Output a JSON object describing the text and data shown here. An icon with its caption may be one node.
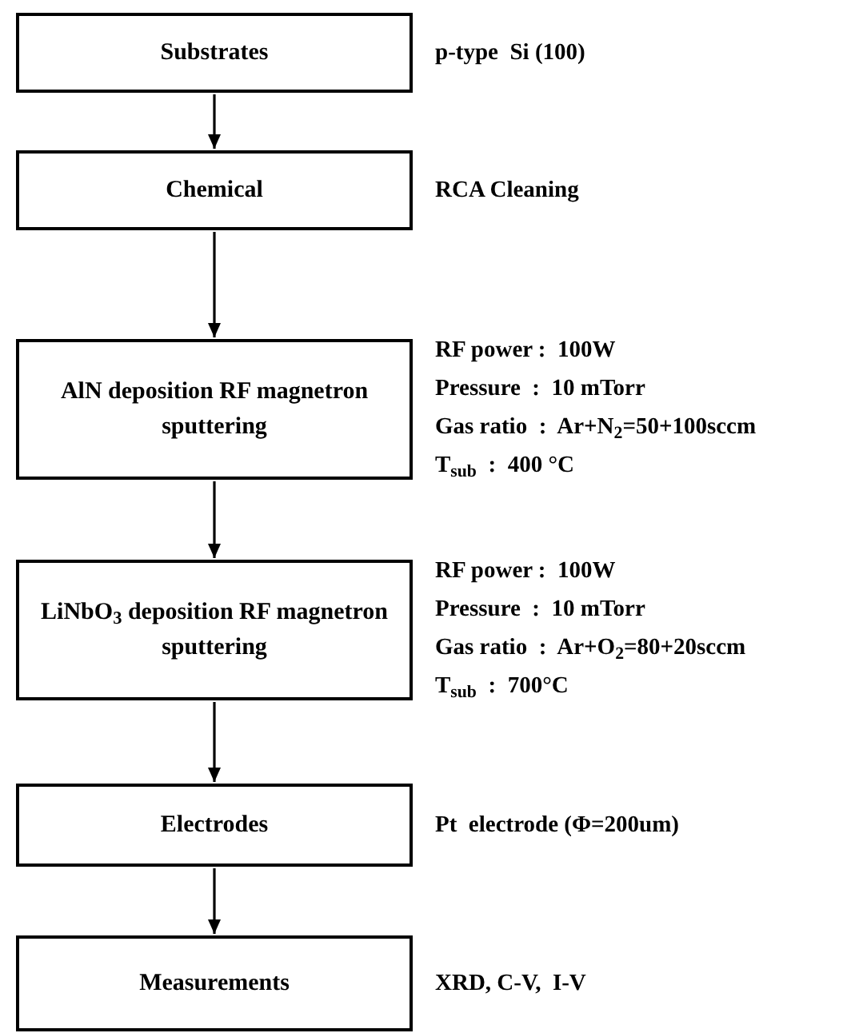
{
  "diagram": {
    "nodes": [
      {
        "text": [
          "Substrates"
        ],
        "beside": [
          "p-type  Si (100)"
        ]
      },
      {
        "text": [
          "Chemical"
        ],
        "beside": [
          "RCA Cleaning"
        ]
      },
      {
        "text": [
          "AlN deposition RF magnetron sputtering"
        ],
        "beside": [
          "RF power :  100W",
          "Pressure  :  10 mTorr",
          "Gas ratio  :  Ar+N$_{2}$=50+100sccm",
          "T$_{sub}$  :  400 °C"
        ]
      },
      {
        "text": [
          "LiNbO$_{3}$ deposition RF magnetron sputtering"
        ],
        "beside": [
          "RF power :  100W",
          "Pressure  :  10 mTorr",
          "Gas ratio  :  Ar+O$_{2}$=80+20sccm",
          "T$_{sub}$  :  700°C"
        ]
      },
      {
        "text": [
          "Electrodes"
        ],
        "beside": [
          "Pt  electrode (Φ=200um)"
        ]
      },
      {
        "text": [
          "Measurements"
        ],
        "beside": [
          "XRD, C-V,  I-V"
        ]
      }
    ],
    "edges": [
      {
        "from": 0,
        "to": 1,
        "arrow": "to"
      },
      {
        "from": 1,
        "to": 2,
        "arrow": "to"
      },
      {
        "from": 2,
        "to": 3,
        "arrow": "to"
      },
      {
        "from": 3,
        "to": 4,
        "arrow": "to"
      },
      {
        "from": 4,
        "to": 5,
        "arrow": "to"
      }
    ]
  }
}
